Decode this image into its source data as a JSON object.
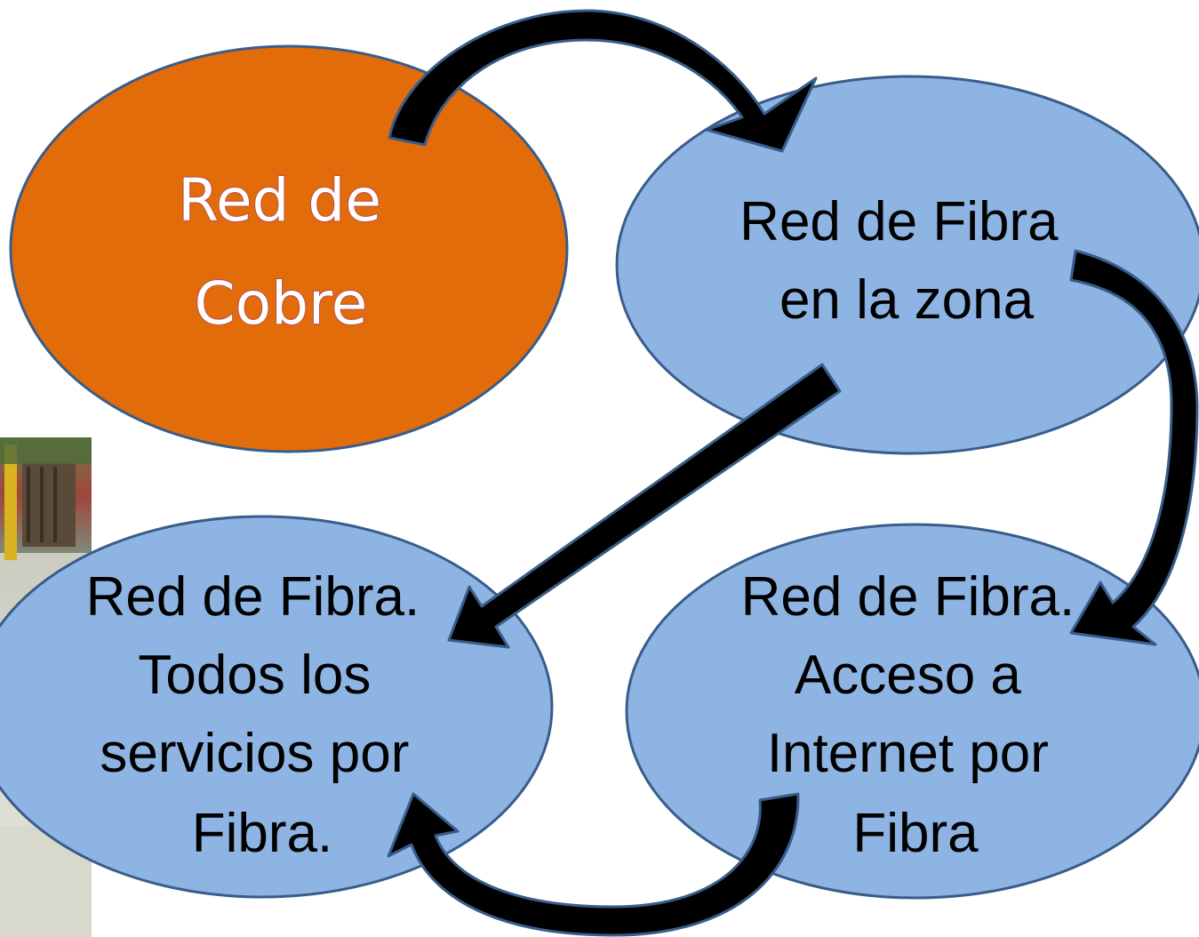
{
  "colors": {
    "copper": "#e36c0a",
    "fiber": "#8eb4e3",
    "outline": "#385d8a",
    "arrow": "#000000",
    "copper_text": "#ffffff",
    "copper_text_outline": "#c0504d"
  },
  "nodes": [
    {
      "id": "copper",
      "lines": [
        "Red de",
        "Cobre"
      ]
    },
    {
      "id": "fiber-zone",
      "lines": [
        "Red de Fibra",
        "en la zona"
      ]
    },
    {
      "id": "fiber-all",
      "lines": [
        "Red de Fibra.",
        "Todos los",
        "servicios por",
        "Fibra."
      ]
    },
    {
      "id": "fiber-internet",
      "lines": [
        "Red de Fibra.",
        "Acceso a",
        "Internet por",
        "Fibra"
      ]
    }
  ],
  "photo": {
    "description_icon": "street-photo-fragment"
  }
}
